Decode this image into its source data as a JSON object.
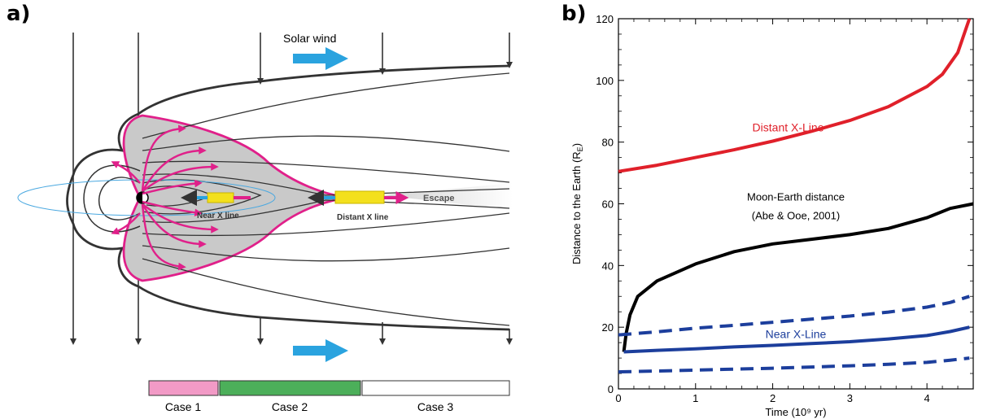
{
  "panel_a": {
    "label": "a)",
    "labels": {
      "solar_wind": "Solar wind",
      "escape": "Escape",
      "near_x_line": "Near X line",
      "distant_x_line": "Distant X line"
    },
    "cases": [
      "Case 1",
      "Case 2",
      "Case 3"
    ],
    "colors": {
      "case1": "#f29ac6",
      "case2": "#4caf5a",
      "case3": "#ffffff",
      "boundary": "#e0208a",
      "solar_wind_arrow": "#2aa3df",
      "x_line": "#f3e01d",
      "moon_orbit": "#4aa8e0"
    }
  },
  "panel_b": {
    "label": "b)",
    "chart_data": {
      "type": "line",
      "xlabel": "Time (10⁹ yr)",
      "ylabel": "Distance to the Earth (R",
      "ylabel_sub": "E",
      "ylabel_end": ")",
      "xlim": [
        0,
        4.6
      ],
      "ylim": [
        0,
        120
      ],
      "xticks": [
        0,
        1,
        2,
        3,
        4
      ],
      "yticks": [
        0,
        20,
        40,
        60,
        80,
        100,
        120
      ],
      "annotations": {
        "distant": "Distant X-Line",
        "moon_line1": "Moon-Earth distance",
        "moon_line2": "(Abe & Ooe, 2001)",
        "near": "Near X-Line"
      },
      "series": [
        {
          "key": "distant",
          "color": "#e0202a",
          "style": "solid",
          "x": [
            0,
            0.5,
            1,
            1.5,
            2,
            2.5,
            3,
            3.5,
            4,
            4.2,
            4.4,
            4.55
          ],
          "y": [
            70.5,
            72.5,
            75,
            77.5,
            80.3,
            83.5,
            87,
            91.5,
            98,
            102,
            109,
            120
          ]
        },
        {
          "key": "moon",
          "color": "#000000",
          "style": "solid",
          "x": [
            0.07,
            0.1,
            0.15,
            0.25,
            0.5,
            1,
            1.5,
            2,
            2.5,
            3,
            3.5,
            4,
            4.3,
            4.6
          ],
          "y": [
            12,
            18,
            24,
            30,
            35,
            40.5,
            44.5,
            47,
            48.5,
            50,
            52,
            55.5,
            58.5,
            60
          ]
        },
        {
          "key": "near",
          "color": "#1c3e9c",
          "style": "solid",
          "x": [
            0.07,
            0.5,
            1,
            1.5,
            2,
            2.5,
            3,
            3.5,
            4,
            4.3,
            4.55
          ],
          "y": [
            12,
            12.5,
            13,
            13.6,
            14.1,
            14.7,
            15.3,
            16.2,
            17.3,
            18.6,
            20
          ]
        },
        {
          "key": "near_upper",
          "color": "#1c3e9c",
          "style": "dashed",
          "x": [
            0,
            0.5,
            1,
            1.5,
            2,
            2.5,
            3,
            3.5,
            4,
            4.3,
            4.55
          ],
          "y": [
            17.5,
            18.5,
            19.7,
            20.6,
            21.6,
            22.6,
            23.6,
            24.9,
            26.5,
            28,
            30
          ]
        },
        {
          "key": "near_lower",
          "color": "#1c3e9c",
          "style": "dashed",
          "x": [
            0,
            0.5,
            1,
            1.5,
            2,
            2.5,
            3,
            3.5,
            4,
            4.3,
            4.55
          ],
          "y": [
            5.5,
            5.8,
            6.1,
            6.4,
            6.7,
            7.1,
            7.5,
            8,
            8.6,
            9.3,
            10
          ]
        }
      ]
    }
  }
}
